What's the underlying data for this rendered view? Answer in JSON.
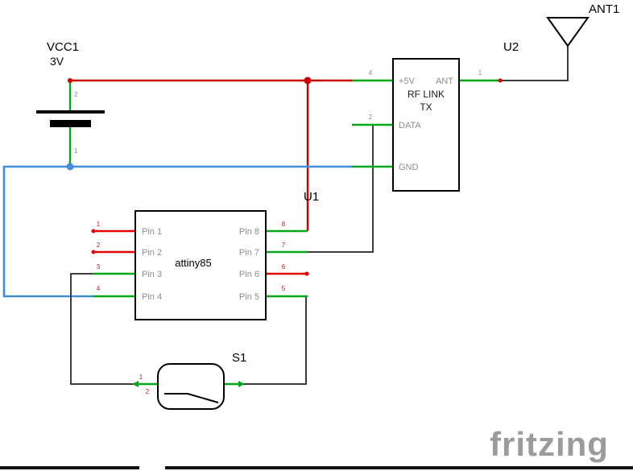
{
  "watermark": "fritzing",
  "battery": {
    "ref": "VCC1",
    "value": "3V",
    "pin_top_num": "2",
    "pin_bottom_num": "1"
  },
  "u1": {
    "ref": "U1",
    "name": "attiny85",
    "pins_left": [
      {
        "n": "1",
        "label": "Pin 1"
      },
      {
        "n": "2",
        "label": "Pin 2"
      },
      {
        "n": "3",
        "label": "Pin 3"
      },
      {
        "n": "4",
        "label": "Pin 4"
      }
    ],
    "pins_right": [
      {
        "n": "8",
        "label": "Pin 8"
      },
      {
        "n": "7",
        "label": "Pin 7"
      },
      {
        "n": "6",
        "label": "Pin 6"
      },
      {
        "n": "5",
        "label": "Pin 5"
      }
    ]
  },
  "u2": {
    "ref": "U2",
    "name_line1": "RF LINK",
    "name_line2": "TX",
    "pin_5v": {
      "n": "4",
      "label": "+5V"
    },
    "pin_ant": {
      "n": "1",
      "label": "ANT"
    },
    "pin_data": {
      "n": "2",
      "label": "DATA"
    },
    "pin_gnd": {
      "label": "GND"
    }
  },
  "antenna": {
    "ref": "ANT1"
  },
  "s1": {
    "ref": "S1",
    "pin1_num": "1",
    "pin2_num": "2"
  },
  "colors": {
    "wire_red": "#cc0000",
    "wire_blue": "#418dd9",
    "wire_dark": "#3c3c3c",
    "pin_green": "#00a819",
    "pin_red": "#e60000",
    "label_gray": "#8c8c8c",
    "watermark_gray": "#9b9b9b"
  }
}
